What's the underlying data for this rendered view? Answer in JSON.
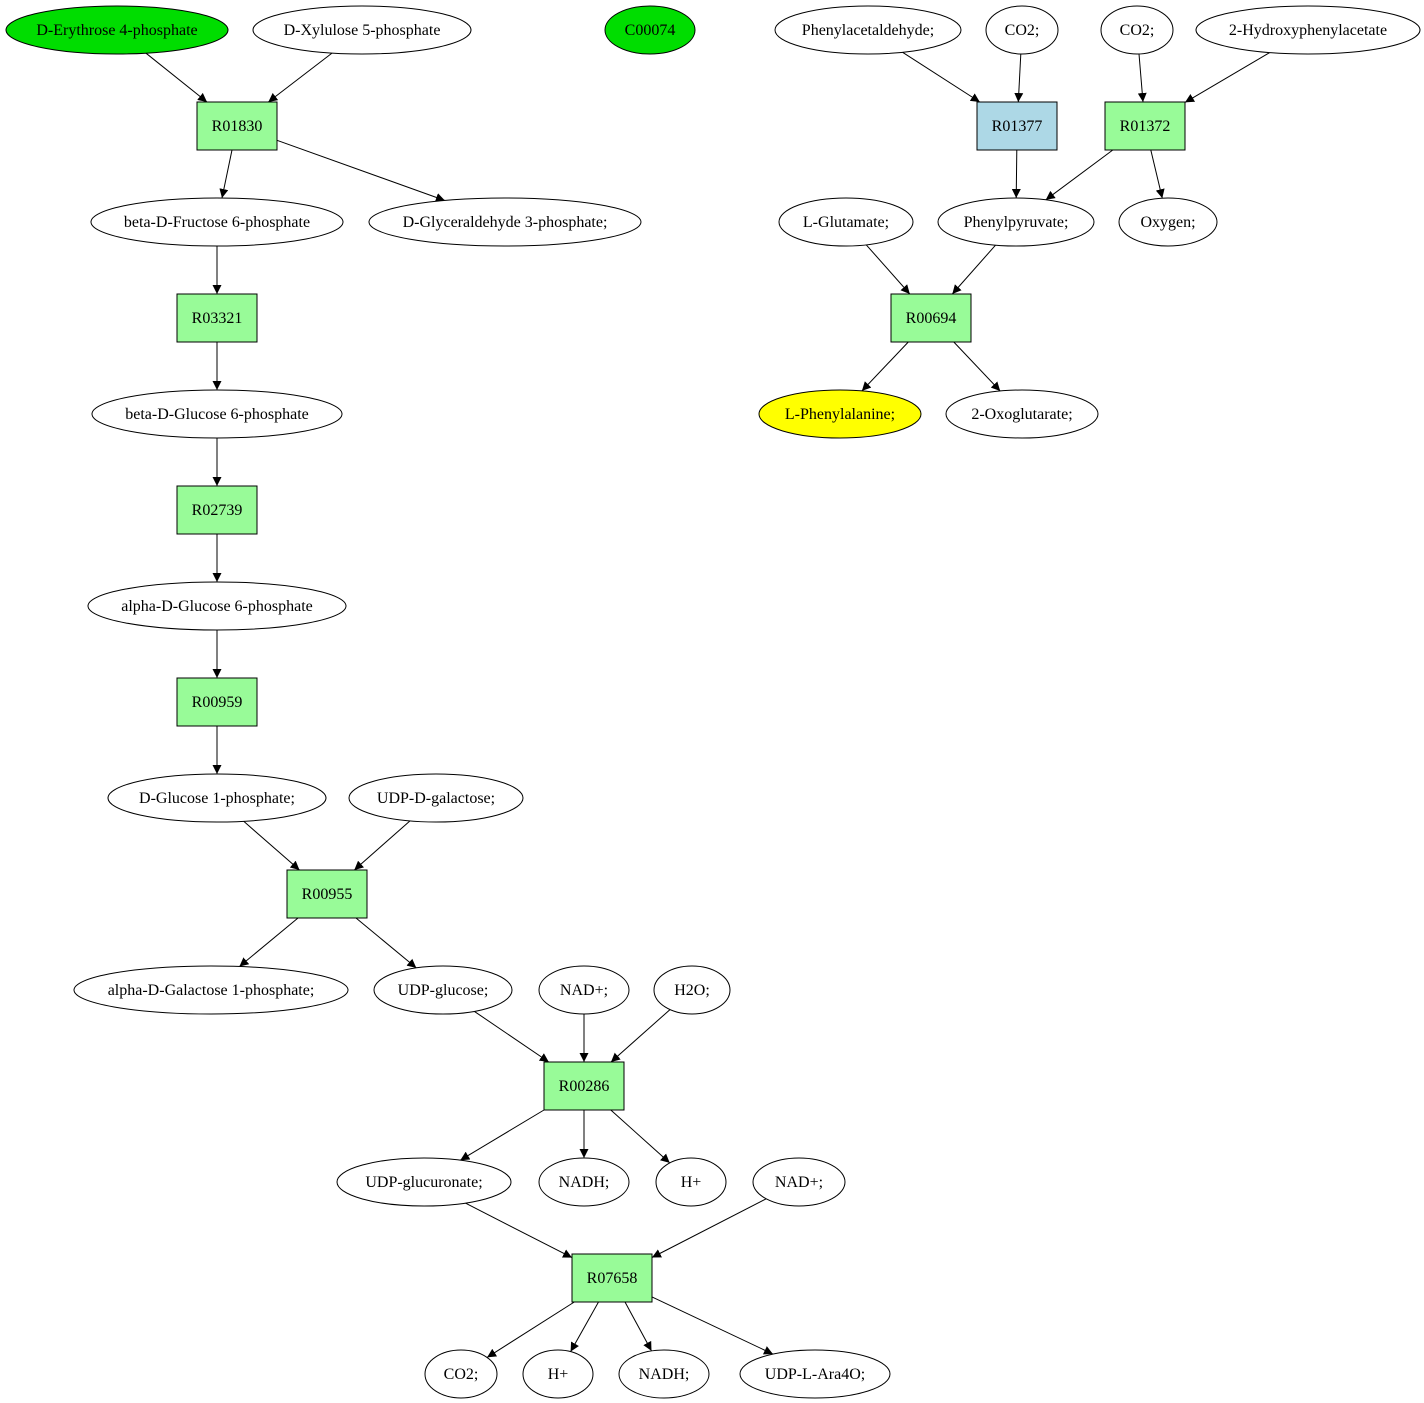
{
  "colors": {
    "compound": "#ffffff",
    "start": "#00dd00",
    "target": "#ffff00",
    "reaction": "#98fb98",
    "reaction_alt": "#add8e6",
    "stroke": "#000000"
  },
  "nodes": [
    {
      "id": "c_e4p",
      "kind": "compound",
      "label": "D-Erythrose 4-phosphate",
      "fill": "start"
    },
    {
      "id": "c_x5p",
      "kind": "compound",
      "label": "D-Xylulose 5-phosphate",
      "fill": "compound"
    },
    {
      "id": "c_c00074",
      "kind": "compound",
      "label": "C00074",
      "fill": "start"
    },
    {
      "id": "c_phenylacetaldehyde",
      "kind": "compound",
      "label": "Phenylacetaldehyde;",
      "fill": "compound"
    },
    {
      "id": "c_co2_a",
      "kind": "compound",
      "label": "CO2;",
      "fill": "compound"
    },
    {
      "id": "c_co2_b",
      "kind": "compound",
      "label": "CO2;",
      "fill": "compound"
    },
    {
      "id": "c_2hpa",
      "kind": "compound",
      "label": "2-Hydroxyphenylacetate",
      "fill": "compound"
    },
    {
      "id": "r_R01830",
      "kind": "reaction",
      "label": "R01830",
      "fill": "reaction"
    },
    {
      "id": "r_R01377",
      "kind": "reaction",
      "label": "R01377",
      "fill": "reaction_alt"
    },
    {
      "id": "r_R01372",
      "kind": "reaction",
      "label": "R01372",
      "fill": "reaction"
    },
    {
      "id": "c_bf6p",
      "kind": "compound",
      "label": "beta-D-Fructose 6-phosphate",
      "fill": "compound"
    },
    {
      "id": "c_g3p",
      "kind": "compound",
      "label": "D-Glyceraldehyde 3-phosphate;",
      "fill": "compound"
    },
    {
      "id": "c_glutamate",
      "kind": "compound",
      "label": "L-Glutamate;",
      "fill": "compound"
    },
    {
      "id": "c_phenylpyruvate",
      "kind": "compound",
      "label": "Phenylpyruvate;",
      "fill": "compound"
    },
    {
      "id": "c_oxygen",
      "kind": "compound",
      "label": "Oxygen;",
      "fill": "compound"
    },
    {
      "id": "r_R03321",
      "kind": "reaction",
      "label": "R03321",
      "fill": "reaction"
    },
    {
      "id": "r_R00694",
      "kind": "reaction",
      "label": "R00694",
      "fill": "reaction"
    },
    {
      "id": "c_bg6p",
      "kind": "compound",
      "label": "beta-D-Glucose 6-phosphate",
      "fill": "compound"
    },
    {
      "id": "c_phe",
      "kind": "compound",
      "label": "L-Phenylalanine;",
      "fill": "target"
    },
    {
      "id": "c_2og",
      "kind": "compound",
      "label": "2-Oxoglutarate;",
      "fill": "compound"
    },
    {
      "id": "r_R02739",
      "kind": "reaction",
      "label": "R02739",
      "fill": "reaction"
    },
    {
      "id": "c_ag6p",
      "kind": "compound",
      "label": "alpha-D-Glucose 6-phosphate",
      "fill": "compound"
    },
    {
      "id": "r_R00959",
      "kind": "reaction",
      "label": "R00959",
      "fill": "reaction"
    },
    {
      "id": "c_g1p",
      "kind": "compound",
      "label": "D-Glucose 1-phosphate;",
      "fill": "compound"
    },
    {
      "id": "c_udpgal",
      "kind": "compound",
      "label": "UDP-D-galactose;",
      "fill": "compound"
    },
    {
      "id": "r_R00955",
      "kind": "reaction",
      "label": "R00955",
      "fill": "reaction"
    },
    {
      "id": "c_agal1p",
      "kind": "compound",
      "label": "alpha-D-Galactose 1-phosphate;",
      "fill": "compound"
    },
    {
      "id": "c_udpglc",
      "kind": "compound",
      "label": "UDP-glucose;",
      "fill": "compound"
    },
    {
      "id": "c_nad_a",
      "kind": "compound",
      "label": "NAD+;",
      "fill": "compound"
    },
    {
      "id": "c_h2o",
      "kind": "compound",
      "label": "H2O;",
      "fill": "compound"
    },
    {
      "id": "r_R00286",
      "kind": "reaction",
      "label": "R00286",
      "fill": "reaction"
    },
    {
      "id": "c_udpglcua",
      "kind": "compound",
      "label": "UDP-glucuronate;",
      "fill": "compound"
    },
    {
      "id": "c_nadh_a",
      "kind": "compound",
      "label": "NADH;",
      "fill": "compound"
    },
    {
      "id": "c_h_a",
      "kind": "compound",
      "label": "H+",
      "fill": "compound"
    },
    {
      "id": "c_nad_b",
      "kind": "compound",
      "label": "NAD+;",
      "fill": "compound"
    },
    {
      "id": "r_R07658",
      "kind": "reaction",
      "label": "R07658",
      "fill": "reaction"
    },
    {
      "id": "c_co2_c",
      "kind": "compound",
      "label": "CO2;",
      "fill": "compound"
    },
    {
      "id": "c_h_b",
      "kind": "compound",
      "label": "H+",
      "fill": "compound"
    },
    {
      "id": "c_nadh_b",
      "kind": "compound",
      "label": "NADH;",
      "fill": "compound"
    },
    {
      "id": "c_udpara",
      "kind": "compound",
      "label": "UDP-L-Ara4O;",
      "fill": "compound"
    }
  ],
  "edges": [
    [
      "c_e4p",
      "r_R01830"
    ],
    [
      "c_x5p",
      "r_R01830"
    ],
    [
      "r_R01830",
      "c_bf6p"
    ],
    [
      "r_R01830",
      "c_g3p"
    ],
    [
      "c_bf6p",
      "r_R03321"
    ],
    [
      "r_R03321",
      "c_bg6p"
    ],
    [
      "c_bg6p",
      "r_R02739"
    ],
    [
      "r_R02739",
      "c_ag6p"
    ],
    [
      "c_ag6p",
      "r_R00959"
    ],
    [
      "r_R00959",
      "c_g1p"
    ],
    [
      "c_g1p",
      "r_R00955"
    ],
    [
      "c_udpgal",
      "r_R00955"
    ],
    [
      "r_R00955",
      "c_agal1p"
    ],
    [
      "r_R00955",
      "c_udpglc"
    ],
    [
      "c_udpglc",
      "r_R00286"
    ],
    [
      "c_nad_a",
      "r_R00286"
    ],
    [
      "c_h2o",
      "r_R00286"
    ],
    [
      "r_R00286",
      "c_udpglcua"
    ],
    [
      "r_R00286",
      "c_nadh_a"
    ],
    [
      "r_R00286",
      "c_h_a"
    ],
    [
      "c_udpglcua",
      "r_R07658"
    ],
    [
      "c_nad_b",
      "r_R07658"
    ],
    [
      "r_R07658",
      "c_co2_c"
    ],
    [
      "r_R07658",
      "c_h_b"
    ],
    [
      "r_R07658",
      "c_nadh_b"
    ],
    [
      "r_R07658",
      "c_udpara"
    ],
    [
      "c_phenylacetaldehyde",
      "r_R01377"
    ],
    [
      "c_co2_a",
      "r_R01377"
    ],
    [
      "c_co2_b",
      "r_R01372"
    ],
    [
      "c_2hpa",
      "r_R01372"
    ],
    [
      "r_R01377",
      "c_phenylpyruvate"
    ],
    [
      "r_R01372",
      "c_phenylpyruvate"
    ],
    [
      "r_R01372",
      "c_oxygen"
    ],
    [
      "c_glutamate",
      "r_R00694"
    ],
    [
      "c_phenylpyruvate",
      "r_R00694"
    ],
    [
      "r_R00694",
      "c_phe"
    ],
    [
      "r_R00694",
      "c_2og"
    ]
  ]
}
